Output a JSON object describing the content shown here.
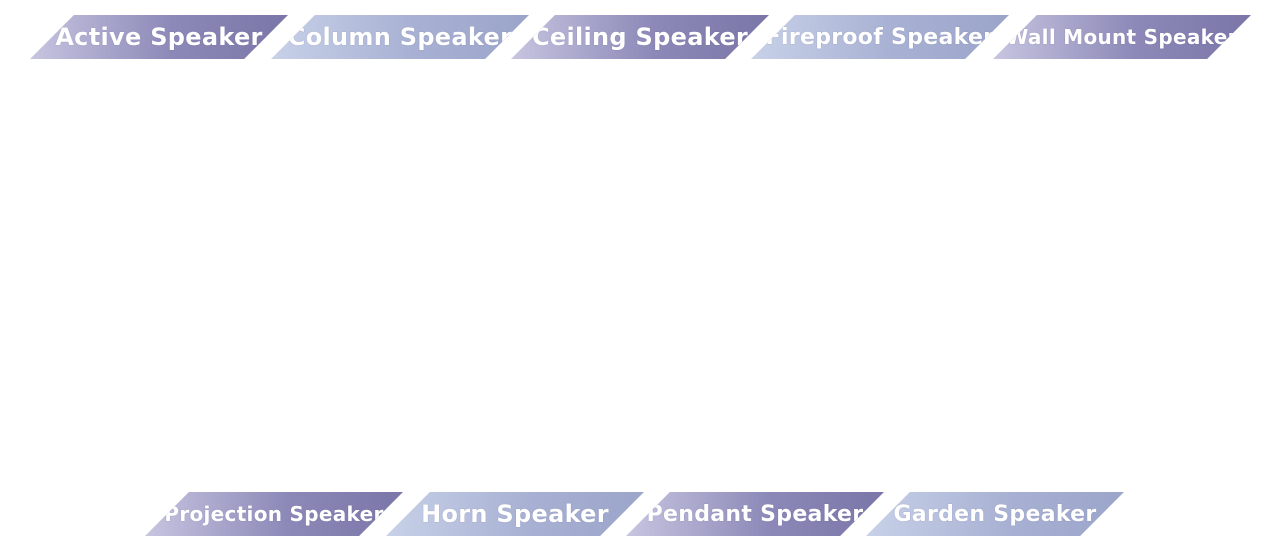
{
  "top_nav": {
    "items": [
      {
        "label": "Active Speaker",
        "style": "dark"
      },
      {
        "label": "Column Speaker",
        "style": "light"
      },
      {
        "label": "Ceiling Speaker",
        "style": "dark"
      },
      {
        "label": "Fireproof Speaker",
        "style": "light"
      },
      {
        "label": "Wall Mount Speaker",
        "style": "dark"
      }
    ]
  },
  "bottom_nav": {
    "items": [
      {
        "label": "Projection Speaker",
        "style": "dark"
      },
      {
        "label": "Horn Speaker",
        "style": "light"
      },
      {
        "label": "Pendant Speaker",
        "style": "dark"
      },
      {
        "label": "Garden Speaker",
        "style": "light"
      }
    ]
  },
  "colors": {
    "dark_tab": "#8c89b8",
    "light_tab": "#a8b1d3",
    "text": "#ffffff",
    "background": "#ffffff"
  }
}
